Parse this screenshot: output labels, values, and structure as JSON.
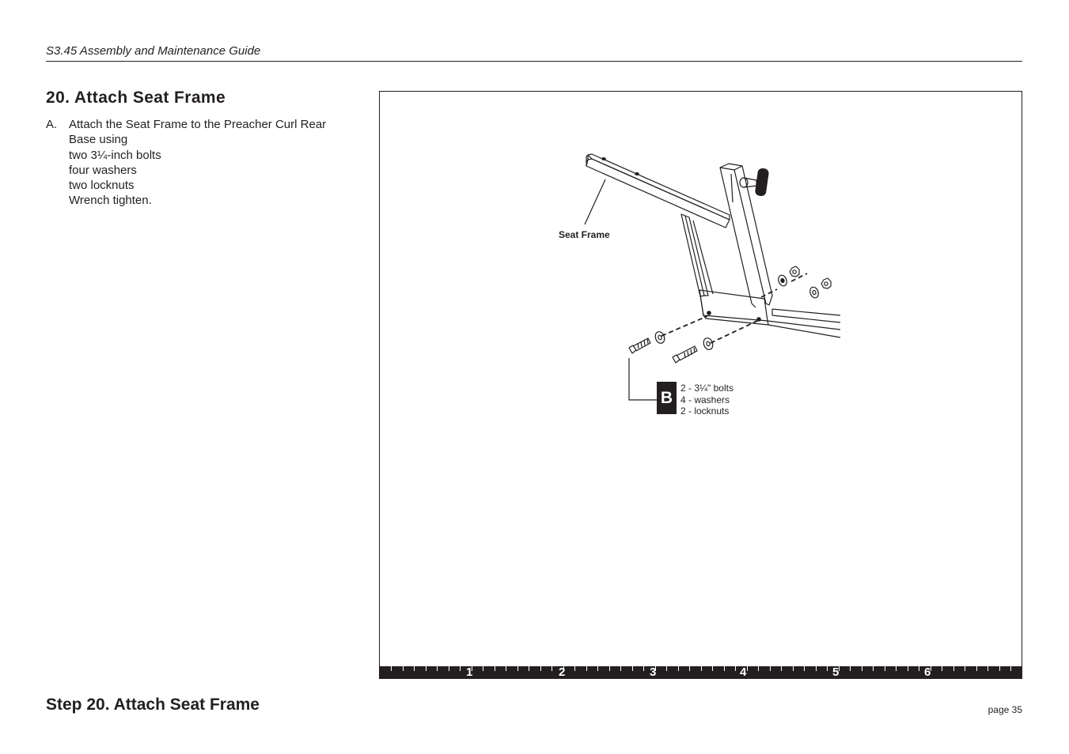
{
  "header": {
    "guide_title": "S3.45 Assembly and Maintenance Guide"
  },
  "section": {
    "heading": "20. Attach Seat Frame",
    "steps": [
      {
        "letter": "A.",
        "lines": [
          "Attach the Seat Frame to the Preacher Curl Rear Base using",
          "two 3¼-inch bolts",
          "four washers",
          "two locknuts",
          "Wrench tighten."
        ]
      }
    ]
  },
  "figure": {
    "callout_seat_frame": "Seat Frame",
    "hardware": {
      "badge": "B",
      "items": [
        "2 - 3¼\" bolts",
        "4 - washers",
        "2 - locknuts"
      ]
    },
    "ruler_numbers": [
      "1",
      "2",
      "3",
      "4",
      "5",
      "6"
    ]
  },
  "footer": {
    "step_title": "Step 20. Attach Seat Frame",
    "page": "page 35"
  }
}
